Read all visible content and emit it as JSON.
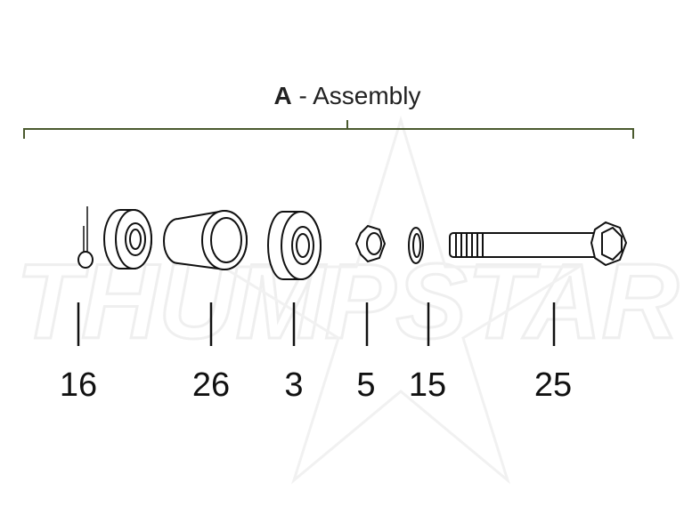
{
  "title": {
    "letter": "A",
    "separator": "-",
    "text": "Assembly"
  },
  "watermark": "THUMPSTAR",
  "colors": {
    "bracket": "#4a5a2e",
    "line": "#111111",
    "watermark": "#f3f3f3"
  },
  "parts": [
    {
      "label": "16",
      "icon": "cotter-pin"
    },
    {
      "label": "26",
      "icon": "spacer-bushing"
    },
    {
      "label": "3",
      "icon": "bearing"
    },
    {
      "label": "5",
      "icon": "hex-nut"
    },
    {
      "label": "15",
      "icon": "washer"
    },
    {
      "label": "25",
      "icon": "hex-bolt"
    }
  ]
}
